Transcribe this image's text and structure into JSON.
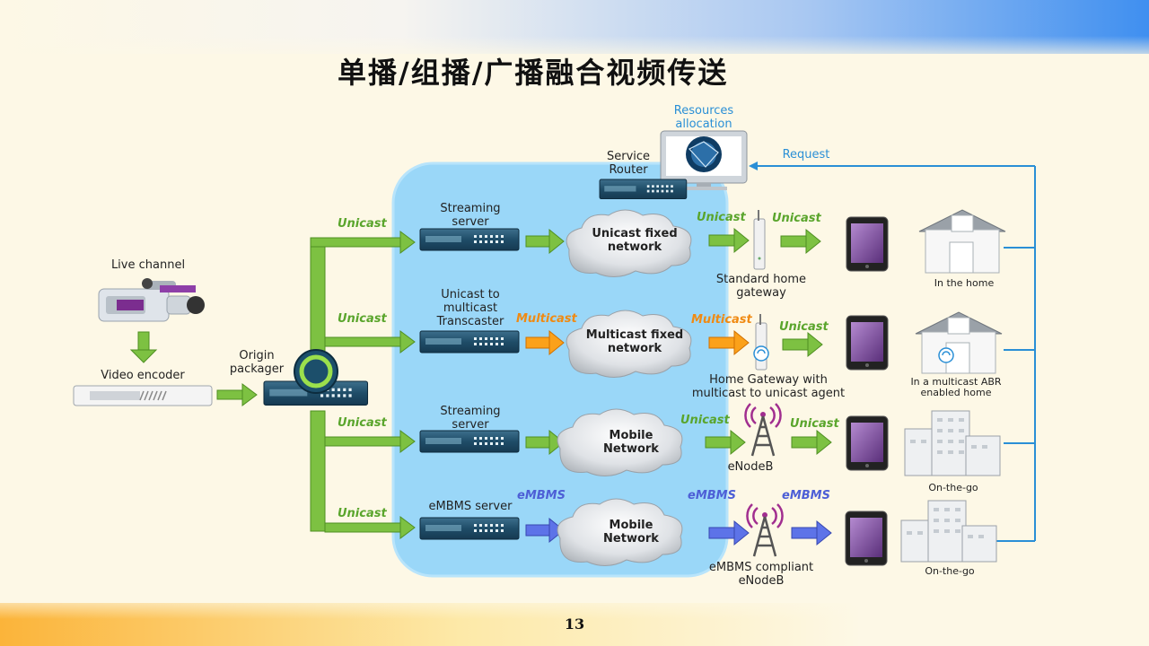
{
  "slide": {
    "title": "单播/组播/广播融合视频传送",
    "page_number": "13"
  },
  "sources": {
    "live_channel": "Live channel",
    "video_encoder": "Video encoder",
    "origin_packager": [
      "Origin",
      "packager"
    ]
  },
  "control": {
    "resources_allocation": [
      "Resources",
      "allocation"
    ],
    "service_router": [
      "Service",
      "Router"
    ],
    "request": "Request"
  },
  "rows": [
    {
      "trunk_label": "Unicast",
      "server": [
        "Streaming",
        "server"
      ],
      "server_out_label": "",
      "network": [
        "Unicast fixed",
        "network"
      ],
      "network_out_label": "Unicast",
      "access": [
        "Standard home",
        "gateway"
      ],
      "access_out_label": "Unicast",
      "location": [
        "In the home"
      ]
    },
    {
      "trunk_label": "Unicast",
      "server": [
        "Unicast to",
        "multicast",
        "Transcaster"
      ],
      "server_out_label": "Multicast",
      "network": [
        "Multicast fixed",
        "network"
      ],
      "network_out_label": "Multicast",
      "access": [
        "Home Gateway with",
        "multicast to unicast agent"
      ],
      "access_out_label": "Unicast",
      "location": [
        "In a multicast ABR",
        "enabled home"
      ]
    },
    {
      "trunk_label": "Unicast",
      "server": [
        "Streaming",
        "server"
      ],
      "server_out_label": "",
      "network": [
        "Mobile",
        "Network"
      ],
      "network_out_label": "Unicast",
      "access": [
        "eNodeB"
      ],
      "access_out_label": "Unicast",
      "location": [
        "On-the-go"
      ]
    },
    {
      "trunk_label": "Unicast",
      "server": [
        "eMBMS server"
      ],
      "server_out_label": "eMBMS",
      "network": [
        "Mobile",
        "Network"
      ],
      "network_out_label": "eMBMS",
      "access": [
        "eMBMS compliant",
        "eNodeB"
      ],
      "access_out_label": "eMBMS",
      "location": [
        "On-the-go"
      ]
    }
  ],
  "colors": {
    "unicast": "#5aa52c",
    "multicast": "#f08a12",
    "embms": "#4d5fd6",
    "request_line": "#2a8fd6",
    "core_panel": "#9ad7f8"
  }
}
